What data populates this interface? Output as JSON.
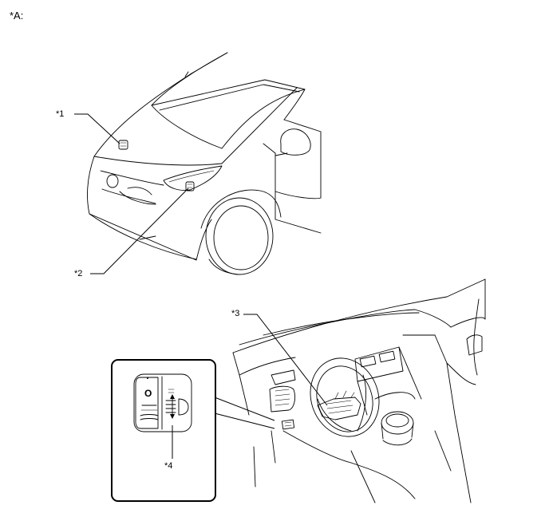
{
  "figure": {
    "view_label": "*A:",
    "callouts": [
      {
        "id": "1",
        "label": "*1"
      },
      {
        "id": "2",
        "label": "*2"
      },
      {
        "id": "3",
        "label": "*3"
      },
      {
        "id": "4",
        "label": "*4"
      }
    ],
    "switch_marking": "O"
  }
}
